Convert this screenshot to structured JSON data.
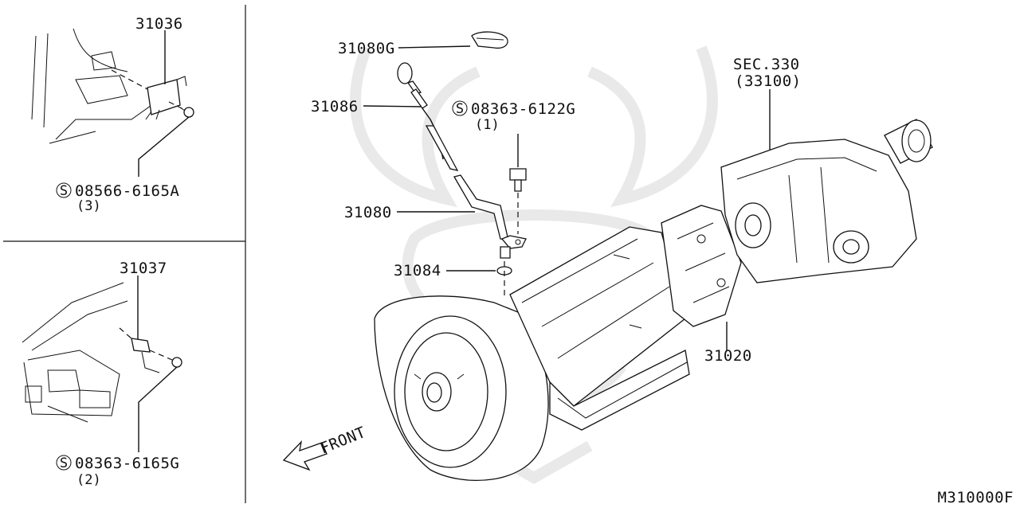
{
  "diagram": {
    "code": "M310000F",
    "front_label": "FRONT",
    "section_ref": {
      "line1": "SEC.330",
      "line2": "(33100)"
    },
    "parts": [
      {
        "id": "31036",
        "label": "31036"
      },
      {
        "id": "08566-6165A",
        "label": "08566-6165A",
        "prefix": "S",
        "qty": "(3)"
      },
      {
        "id": "31037",
        "label": "31037"
      },
      {
        "id": "08363-6165G",
        "label": "08363-6165G",
        "prefix": "S",
        "qty": "(2)"
      },
      {
        "id": "31080G",
        "label": "31080G"
      },
      {
        "id": "31086",
        "label": "31086"
      },
      {
        "id": "08363-6122G",
        "label": "08363-6122G",
        "prefix": "S",
        "qty": "(1)"
      },
      {
        "id": "31080",
        "label": "31080"
      },
      {
        "id": "31084",
        "label": "31084"
      },
      {
        "id": "31020",
        "label": "31020"
      }
    ]
  }
}
